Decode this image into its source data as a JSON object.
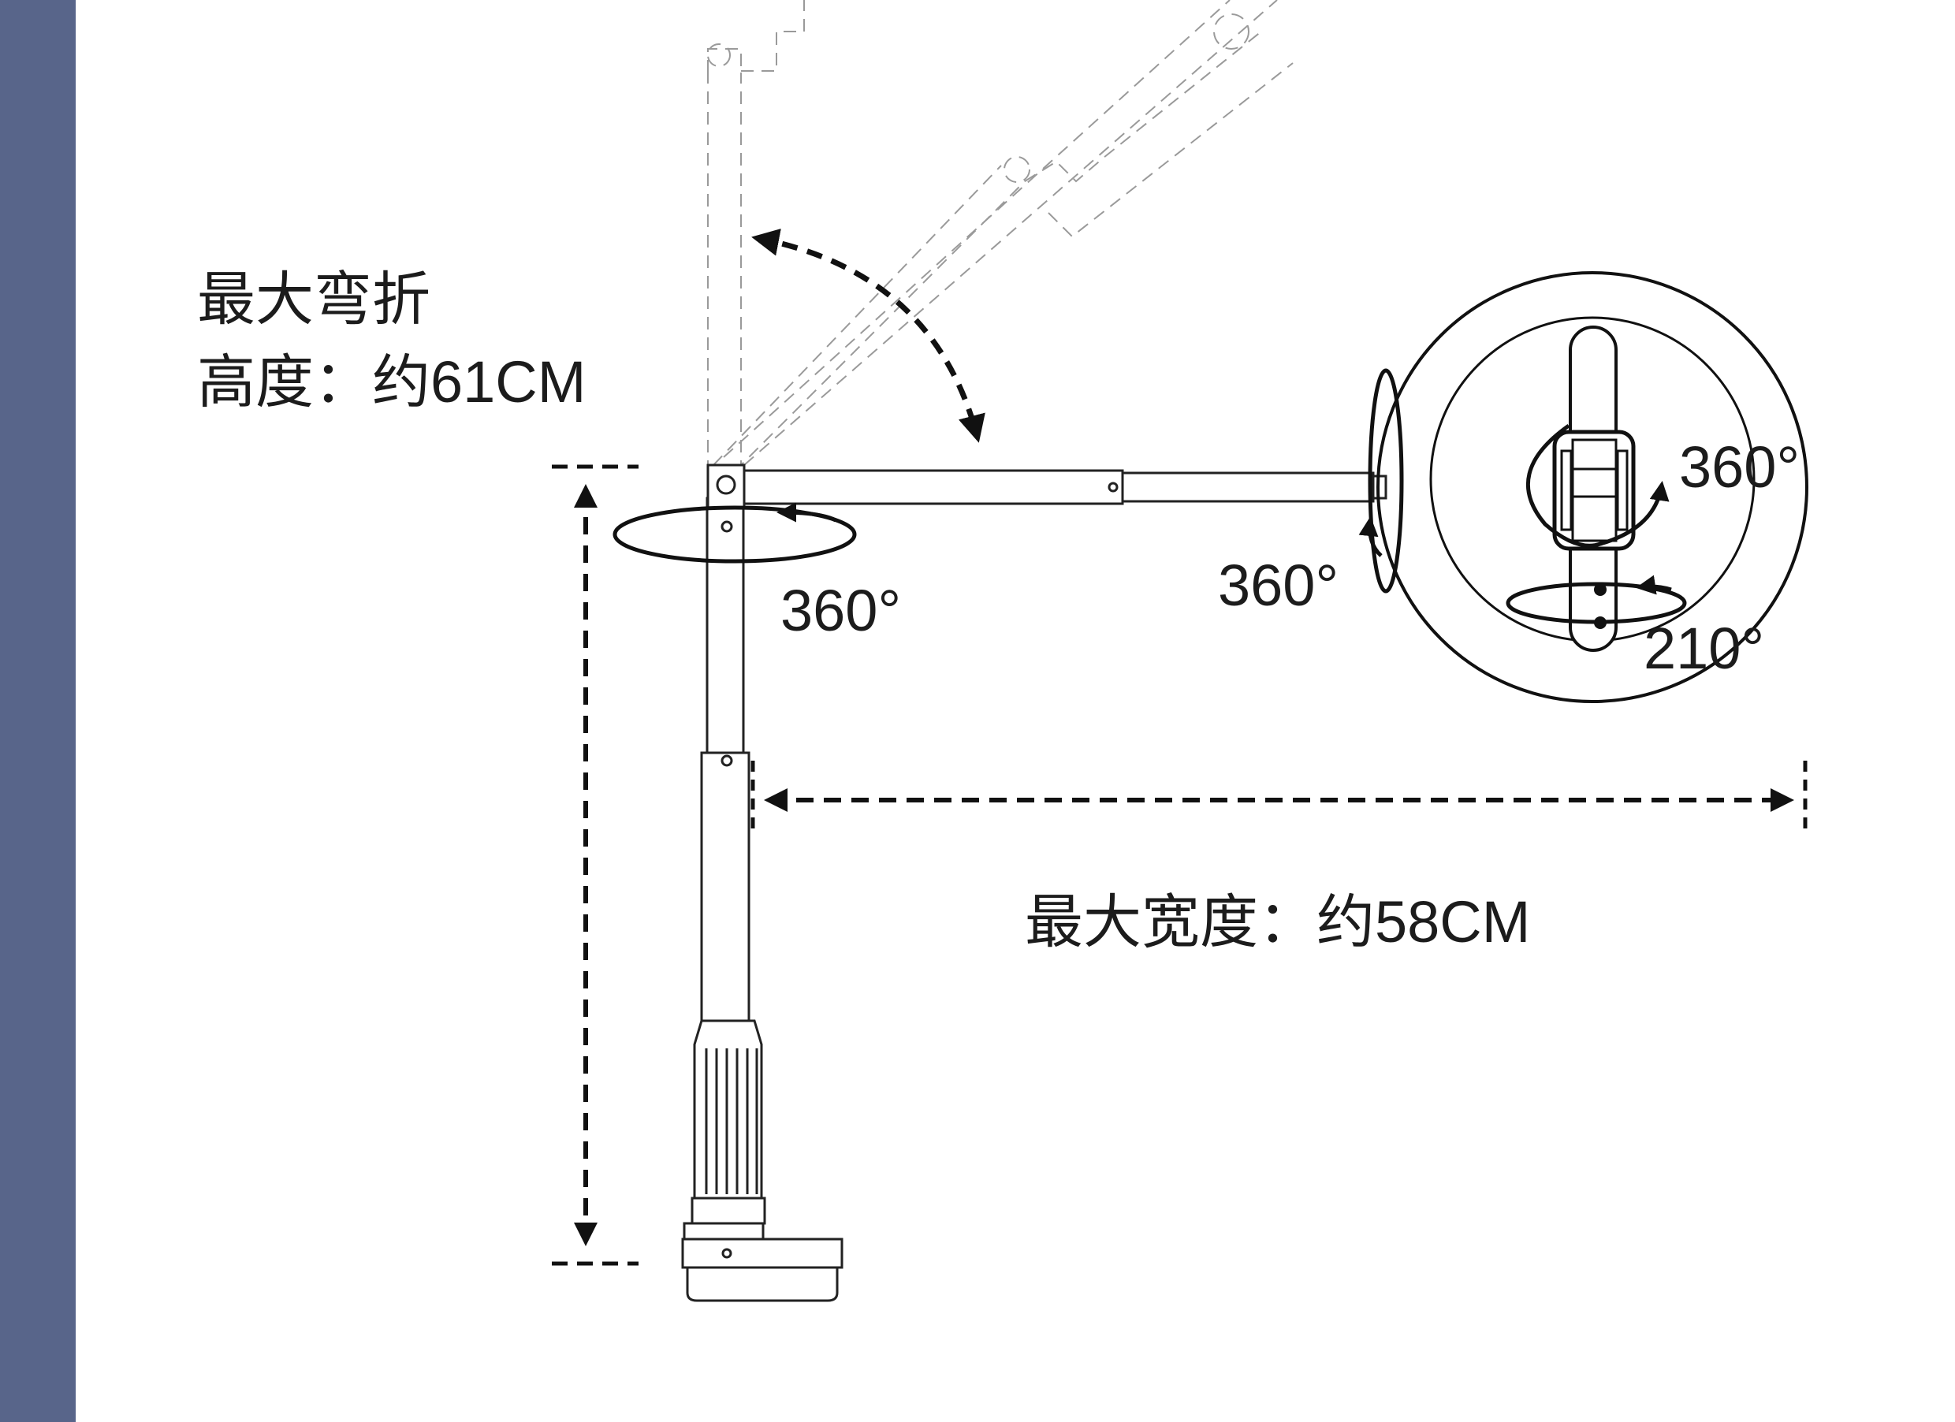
{
  "side_strip_color": "#58658a",
  "labels": {
    "max_fold_height_line1": "最大弯折",
    "max_fold_height_line2": "高度：约61CM",
    "max_width": "最大宽度：约58CM",
    "pole_rotation": "360°",
    "arm_rotation": "360°",
    "clamp_rotation": "360°",
    "clamp_tilt": "210°"
  }
}
